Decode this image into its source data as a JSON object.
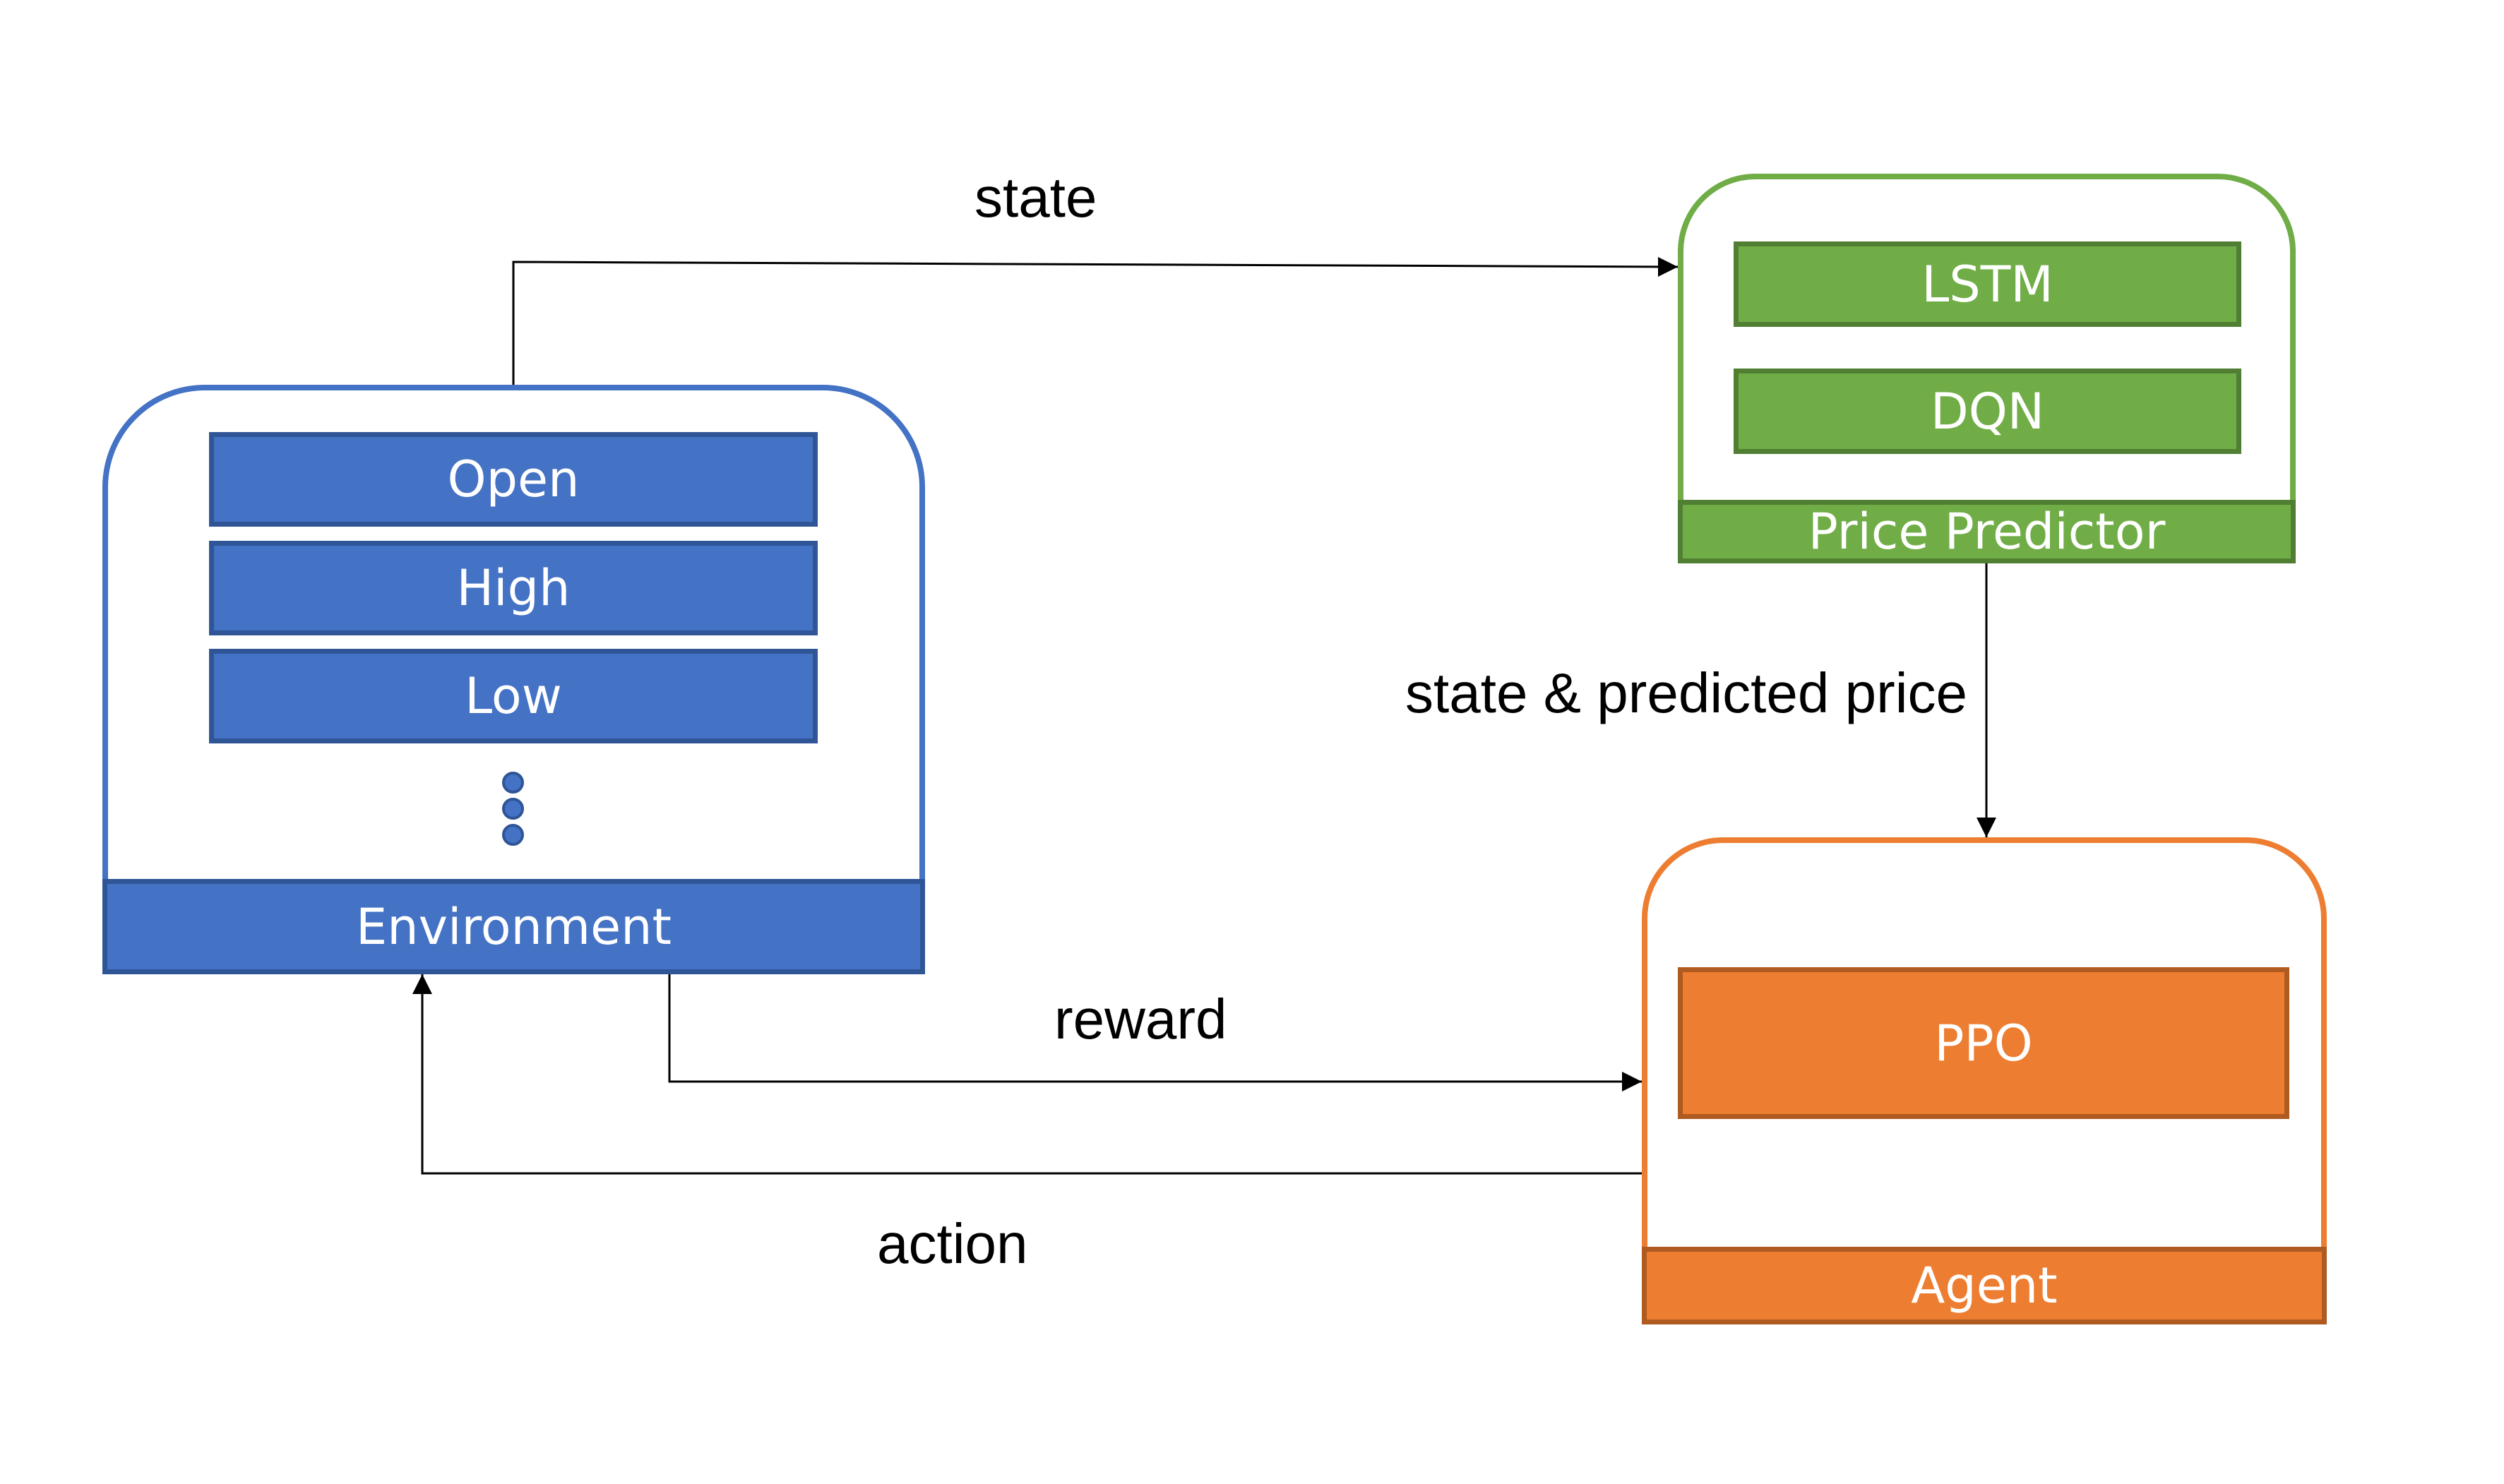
{
  "environment": {
    "features": [
      "Open",
      "High",
      "Low"
    ],
    "footer": "Environment"
  },
  "price_predictor": {
    "models": [
      "LSTM",
      "DQN"
    ],
    "footer": "Price Predictor"
  },
  "agent": {
    "model": "PPO",
    "footer": "Agent"
  },
  "edges": {
    "state": "state",
    "state_predicted_price": "state & predicted price",
    "reward": "reward",
    "action": "action"
  },
  "colors": {
    "environment": "#4472c4",
    "price_predictor": "#70ad47",
    "agent": "#ed7d31"
  }
}
